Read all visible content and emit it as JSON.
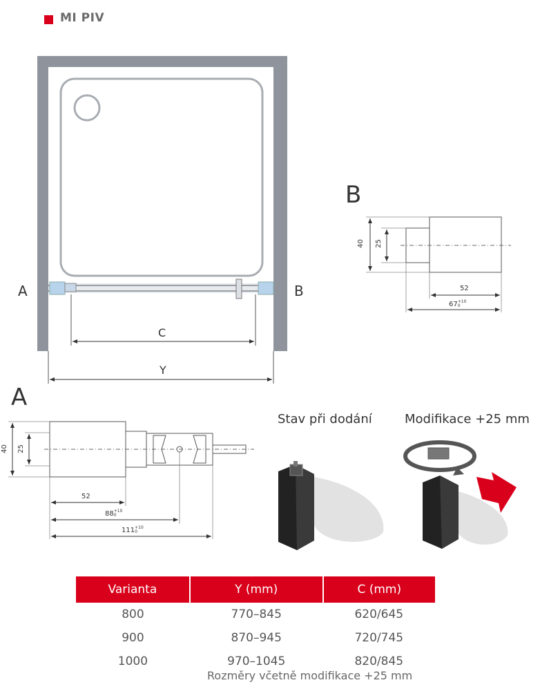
{
  "header": {
    "title": "MI PIV"
  },
  "plan": {
    "label_a": "A",
    "label_b": "B",
    "label_c": "C",
    "label_y": "Y"
  },
  "detail_b": {
    "title": "B",
    "dim_40": "40",
    "dim_25": "25",
    "dim_52": "52",
    "dim_67": "67",
    "tol_67_top": "+10",
    "tol_67_bot": "0"
  },
  "detail_a": {
    "title": "A",
    "dim_40": "40",
    "dim_25": "25",
    "dim_52": "52",
    "dim_88": "88",
    "tol_88_top": "+10",
    "tol_88_bot": "0",
    "dim_111": "111",
    "tol_111_top": "+10",
    "tol_111_bot": "0"
  },
  "photos": {
    "delivery_caption": "Stav při dodání",
    "modification_caption": "Modifikace +25 mm"
  },
  "table": {
    "headers": [
      "Varianta",
      "Y (mm)",
      "C (mm)"
    ],
    "rows": [
      [
        "800",
        "770–845",
        "620/645"
      ],
      [
        "900",
        "870–945",
        "720/745"
      ],
      [
        "1000",
        "970–1045",
        "820/845"
      ]
    ],
    "note": "Rozměry včetně modifikace +25 mm"
  },
  "colors": {
    "brand_red": "#d9001b",
    "wall_gray": "#8f949c"
  }
}
